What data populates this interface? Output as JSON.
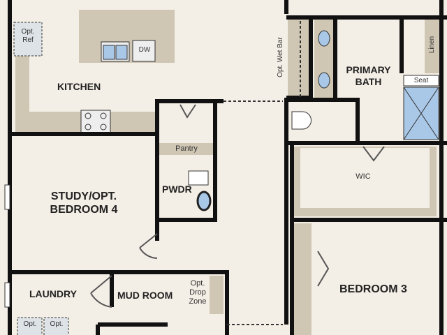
{
  "title": "Floor plan",
  "rooms": {
    "kitchen": "KITCHEN",
    "study_line1": "STUDY/OPT.",
    "study_line2": "BEDROOM 4",
    "pwdr": "PWDR",
    "pantry": "Pantry",
    "laundry": "LAUNDRY",
    "mud_room": "MUD ROOM",
    "primary_bath_line1": "PRIMARY",
    "primary_bath_line2": "BATH",
    "wic": "WIC",
    "bedroom3": "BEDROOM 3"
  },
  "fixtures": {
    "opt_ref_line1": "Opt.",
    "opt_ref_line2": "Ref",
    "dw": "DW",
    "wet_bar": "Opt. Wet Bar",
    "linen": "Linen",
    "seat": "Seat",
    "drop_zone_line1": "Opt.",
    "drop_zone_line2": "Drop",
    "drop_zone_line3": "Zone",
    "opt_dryer": "Opt.",
    "opt_washer": "Opt."
  },
  "colors": {
    "wall": "#111111",
    "floor": "#f4efe6",
    "counter": "#cfc6b4",
    "fixture": "#a9c8e8"
  }
}
